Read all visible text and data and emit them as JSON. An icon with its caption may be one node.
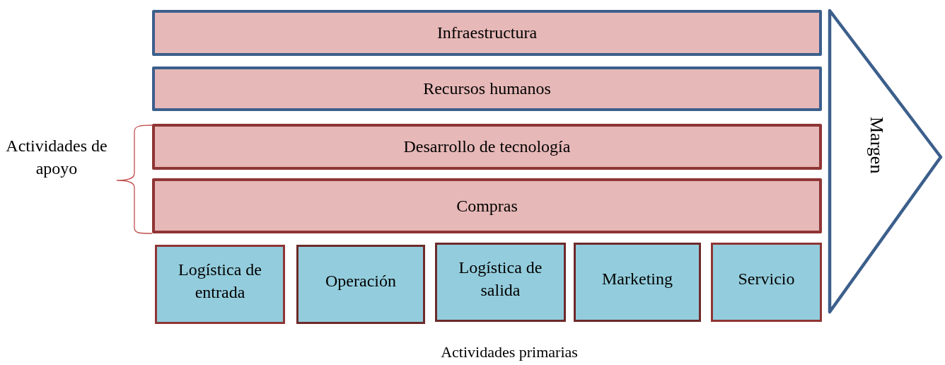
{
  "diagram": {
    "nodes": [
      {
        "text": [
          "Infraestructura"
        ]
      },
      {
        "text": [
          "Recursos humanos"
        ]
      },
      {
        "text": [
          "Desarrollo de tecnología"
        ]
      },
      {
        "text": [
          "Compras"
        ]
      },
      {
        "text": [
          "Logística de entrada"
        ]
      },
      {
        "text": [
          "Operación"
        ]
      },
      {
        "text": [
          "Logística de salida"
        ]
      },
      {
        "text": [
          "Marketing"
        ]
      },
      {
        "text": [
          "Servicio"
        ]
      },
      {
        "text": [
          "Margen"
        ]
      }
    ],
    "labels": [
      "Actividades de apoyo",
      "Actividades primarias"
    ]
  }
}
